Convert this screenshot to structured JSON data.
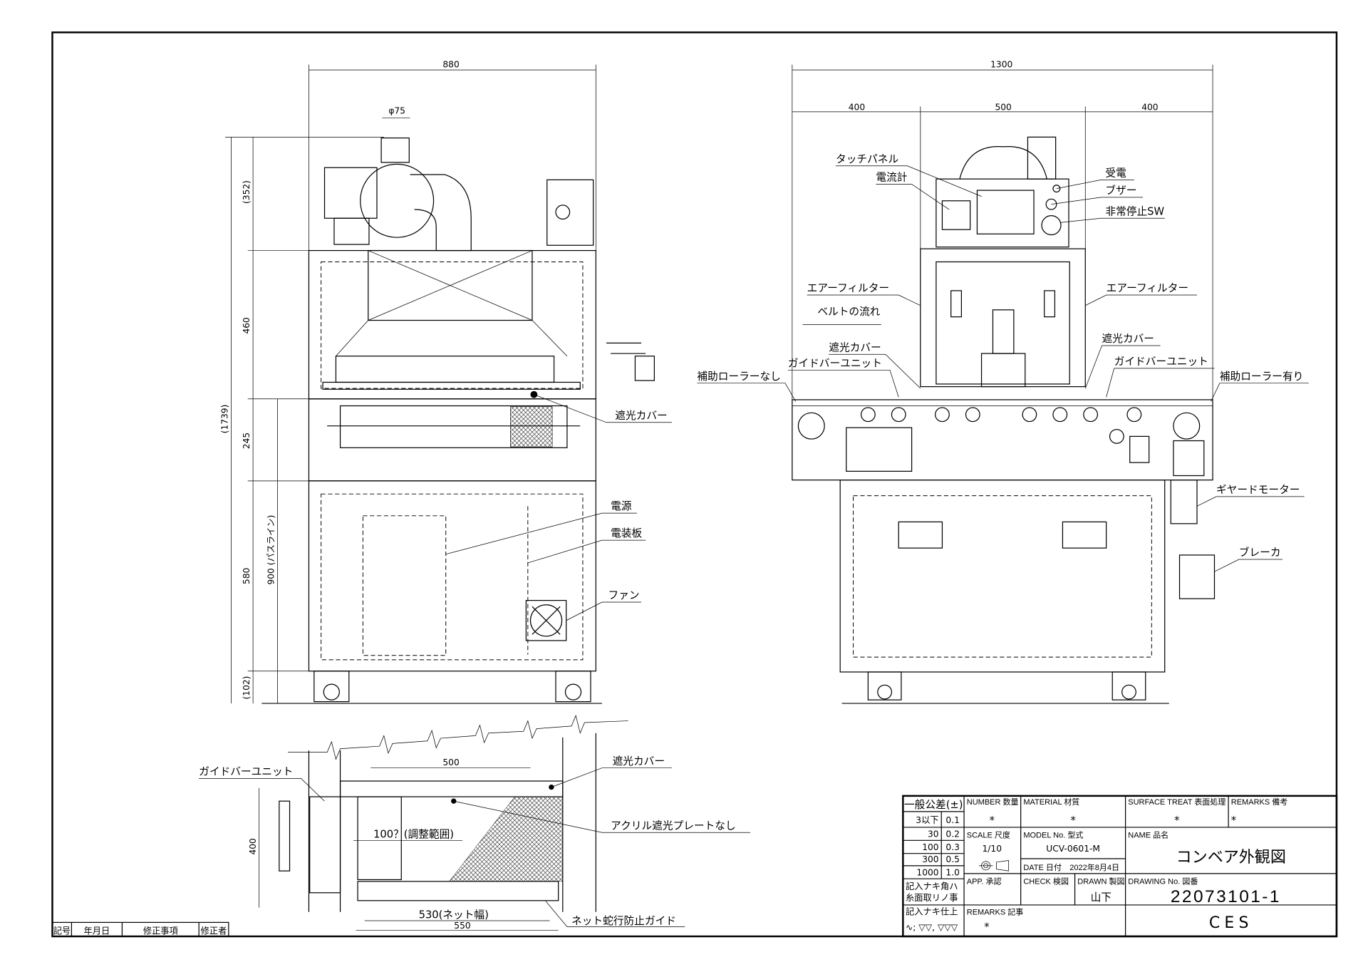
{
  "left_view": {
    "dim_width": "880",
    "dim_duct": "φ75",
    "dim_352": "(352)",
    "dim_460": "460",
    "dim_245": "245",
    "dim_580": "580",
    "dim_102": "(102)",
    "dim_total": "(1739)",
    "dim_passline": "900 (パスライン)",
    "label_cover": "遮光カバー",
    "label_power": "電源",
    "label_panel": "電装板",
    "label_fan": "ファン"
  },
  "right_view": {
    "dim_width": "1300",
    "dim_left": "400",
    "dim_center": "500",
    "dim_right": "400",
    "label_touch": "タッチパネル",
    "label_ammeter": "電流計",
    "label_power_in": "受電",
    "label_buzzer": "ブザー",
    "label_estop": "非常停止SW",
    "label_filter_l": "エアーフィルター",
    "label_filter_r": "エアーフィルター",
    "label_belt_flow": "ベルトの流れ",
    "label_cover_l": "遮光カバー",
    "label_guide_l": "ガイドバーユニット",
    "label_noroller": "補助ローラーなし",
    "label_cover_r": "遮光カバー",
    "label_guide_r": "ガイドバーユニット",
    "label_roller": "補助ローラー有り",
    "label_motor": "ギヤードモーター",
    "label_breaker": "ブレーカ"
  },
  "top_view": {
    "dim_500": "500",
    "dim_400": "400",
    "label_cover": "遮光カバー",
    "label_guide": "ガイドバーユニット",
    "label_acrylic": "アクリル遮光プレートなし",
    "label_adjust": "100？(調整範囲)",
    "label_net": "530(ネット幅)",
    "dim_550": "550",
    "label_netguide": "ネット蛇行防止ガイド"
  },
  "revision_table": {
    "headers": [
      "記号",
      "年月日",
      "修正事項",
      "修正者"
    ]
  },
  "title_block": {
    "tol_header": "一般公差(±)",
    "tolerances": [
      [
        "3以下",
        "0.1"
      ],
      [
        "30",
        "0.2"
      ],
      [
        "100",
        "0.3"
      ],
      [
        "300",
        "0.5"
      ],
      [
        "1000",
        "1.0"
      ]
    ],
    "chamfer_note": [
      "記入ナキ角ハ",
      "糸面取リノ事"
    ],
    "finish_note": "記入ナキ仕上",
    "finish_symbols": "∿; ▽▽, ▽▽▽",
    "number_label": "NUMBER 数量",
    "number_value": "*",
    "material_label": "MATERIAL 材質",
    "material_value": "*",
    "surface_label": "SURFACE TREAT 表面処理",
    "surface_value": "*",
    "remarks_top_label": "REMARKS 備考",
    "remarks_top_value": "*",
    "scale_label": "SCALE 尺度",
    "scale_value": "1/10",
    "model_label": "MODEL No. 型式",
    "model_value": "UCV-0601-M",
    "date_label": "DATE 日付",
    "date_value": "2022年8月4日",
    "name_label": "NAME 品名",
    "name_value": "コンベア外観図",
    "app_label": "APP. 承認",
    "check_label": "CHECK 検図",
    "drawn_label": "DRAWN 製図",
    "drawn_value": "山下",
    "drawing_no_label": "DRAWING No. 図番",
    "drawing_no_value": "22073101-1",
    "remarks_label": "REMARKS 記事",
    "remarks_value": "*",
    "company": "CES"
  }
}
